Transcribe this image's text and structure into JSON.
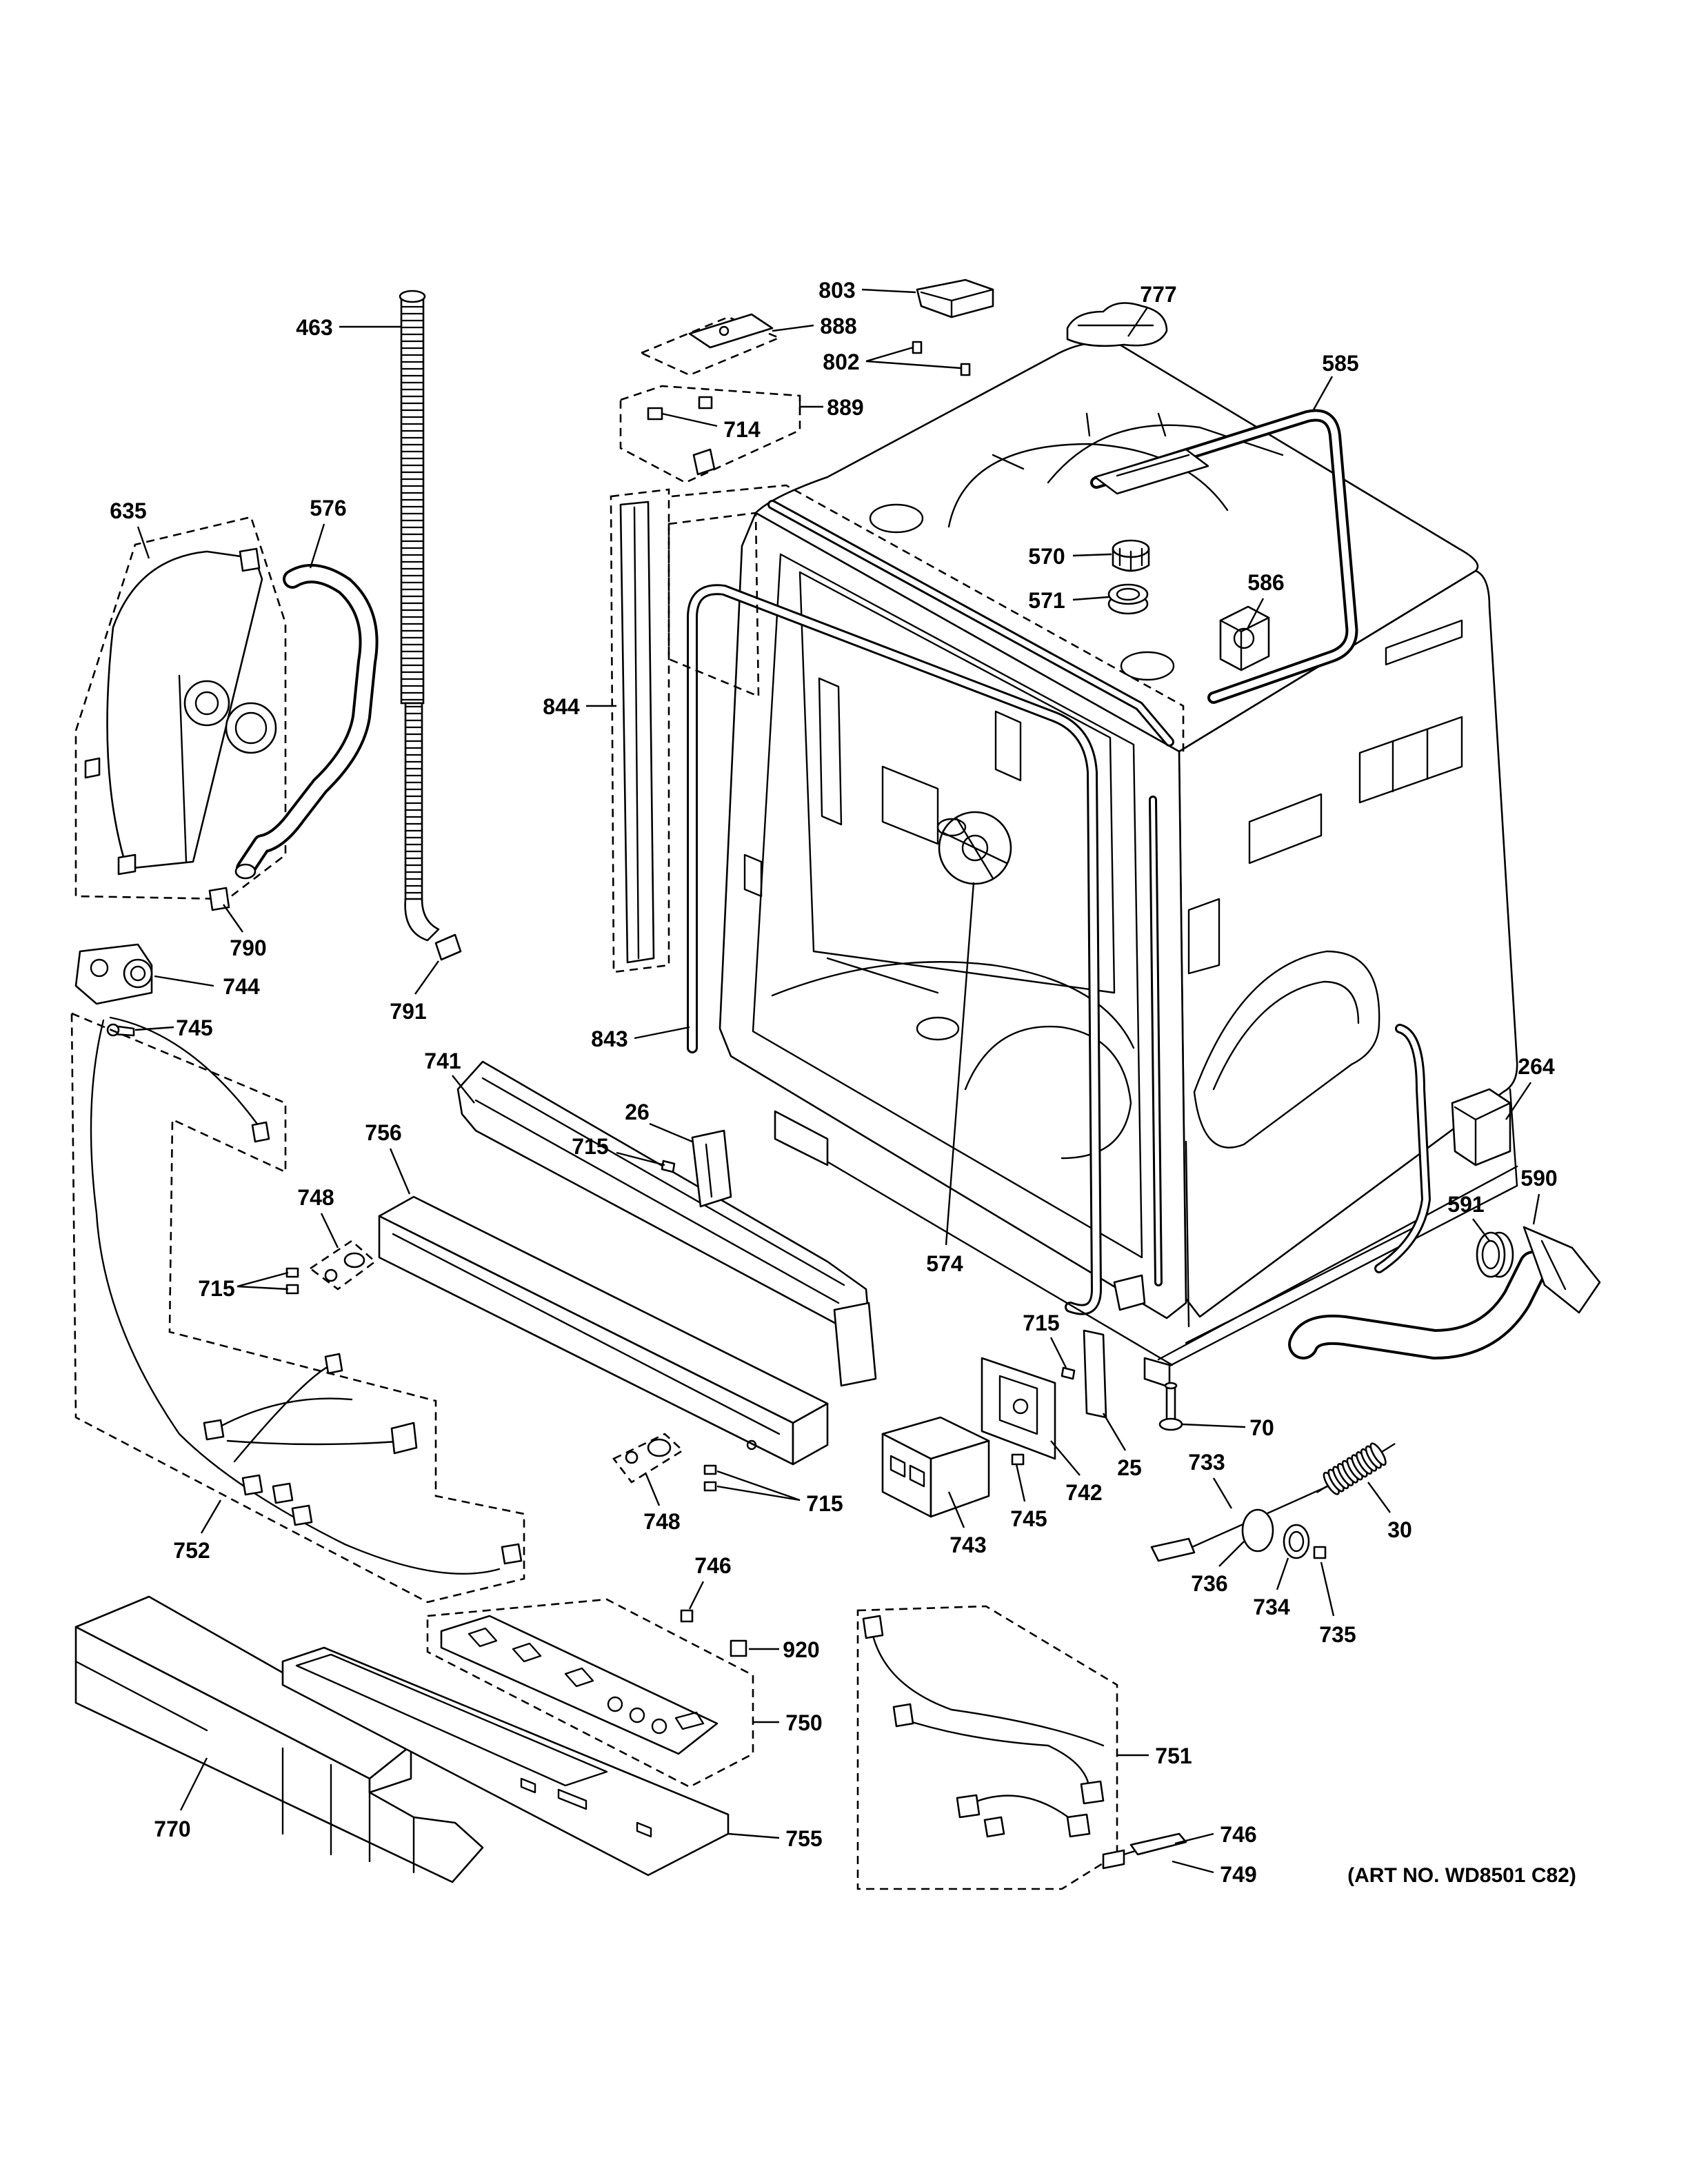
{
  "diagram": {
    "callouts": [
      "803",
      "888",
      "777",
      "802",
      "463",
      "585",
      "889",
      "714",
      "635",
      "576",
      "570",
      "586",
      "571",
      "844",
      "790",
      "744",
      "791",
      "843",
      "745",
      "741",
      "264",
      "26",
      "756",
      "715",
      "748",
      "591",
      "590",
      "715",
      "574",
      "715",
      "70",
      "25",
      "742",
      "733",
      "30",
      "748",
      "715",
      "745",
      "743",
      "752",
      "736",
      "734",
      "735",
      "746",
      "920",
      "750",
      "751",
      "770",
      "755",
      "746",
      "749"
    ],
    "art_number": "(ART NO. WD8501 C82)"
  }
}
